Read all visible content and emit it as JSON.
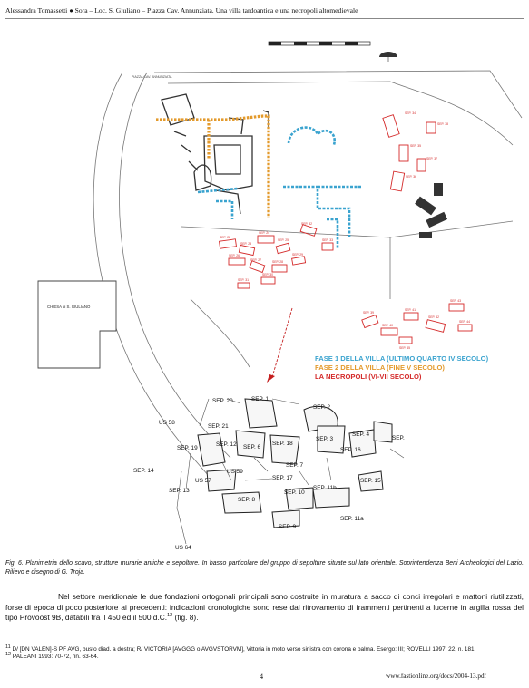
{
  "header": {
    "running_title": "Alessandra Tomassetti ● Sora – Loc. S. Giuliano – Piazza Cav. Annunziata. Una villa tardoantica e una necropoli altomedievale"
  },
  "figure": {
    "plan": {
      "street_label": "PIAZZA CAV. ANNUNZIATA",
      "church_label": "CHIESA di S. GIULIANO",
      "tomb_labels": [
        "SEP. 22",
        "SEP. 23",
        "SEP. 24",
        "SEP. 25",
        "SEP. 26",
        "SEP. 27",
        "SEP. 28",
        "SEP. 29",
        "SEP. 30",
        "SEP. 31",
        "SEP. 32",
        "SEP. 33",
        "SEP. 34",
        "SEP. 35",
        "SEP. 36",
        "SEP. 37",
        "SEP. 38",
        "SEP. 39",
        "SEP. 40",
        "SEP. 41",
        "SEP. 42",
        "SEP. 43",
        "SEP. 44",
        "SEP. 45"
      ]
    },
    "legend": [
      {
        "label": "FASE 1  DELLA VILLA (ULTIMO QUARTO IV SECOLO)",
        "color": "#3aa3cf"
      },
      {
        "label": "FASE 2 DELLA VILLA  (FINE V SECOLO)",
        "color": "#e39a2c"
      },
      {
        "label": "LA NECROPOLI (VI-VII SECOLO)",
        "color": "#d42a2a"
      }
    ],
    "detail_labels": {
      "sep_20": "SEP. 20",
      "sep_1": "SEP. 1",
      "sep_2": "SEP. 2",
      "us_58": "US 58",
      "sep_21": "SEP. 21",
      "sep_4": "SEP. 4",
      "sep_18": "SEP. 18",
      "sep_3": "SEP. 3",
      "sep_19": "SEP. 19",
      "sep_6": "SEP. 6",
      "sep_16": "SEP. 16",
      "sep_top_right": "SEP.",
      "sep_12": "SEP. 12",
      "sep_7": "SEP. 7",
      "us_59": "US 59",
      "sep_14": "SEP. 14",
      "us_57": "US 57",
      "sep_17": "SEP. 17",
      "sep_15": "SEP. 15",
      "sep_13": "SEP. 13",
      "sep_10": "SEP. 10",
      "sep_11b": "SEP. 11b",
      "sep_8": "SEP. 8",
      "sep_11a": "SEP. 11a",
      "sep_9": "SEP. 9",
      "us_64": "US 64"
    }
  },
  "caption": "Fig. 6. Planimetria dello scavo, strutture murarie antiche e sepolture. In basso particolare del gruppo di sepolture situate sul lato orientale. Soprintendenza Beni Archeologici del Lazio. Rilievo e disegno di G. Troja.",
  "body": {
    "paragraph": "Nel settore meridionale le due fondazioni ortogonali principali sono costruite in muratura a sacco di conci irregolari e mattoni riutilizzati, forse di epoca di poco posteriore ai precedenti: indicazioni cronologiche sono rese dal ritrovamento di frammenti pertinenti a lucerne in argilla rossa del tipo Provoost 9B, databili tra il 450 ed il 500 d.C.",
    "footnote_ref": "12",
    "paragraph_end": " (fig. 8)."
  },
  "footnotes": [
    {
      "num": "11",
      "text": " D/ [DN VALEN]-S PF AVG, busto diad. a destra; R/ VICTORIA [AVGGG o AVGVSTORVM], Vittoria in moto verso sinistra con corona e palma. Esergo: III; ROVELLI 1997: 22, n. 181."
    },
    {
      "num": "12",
      "text": " PALEANI 1993: 70-72, nn. 63-64."
    }
  ],
  "footer": {
    "page_number": "4",
    "url": "www.fastionline.org/docs/2004-13.pdf"
  }
}
